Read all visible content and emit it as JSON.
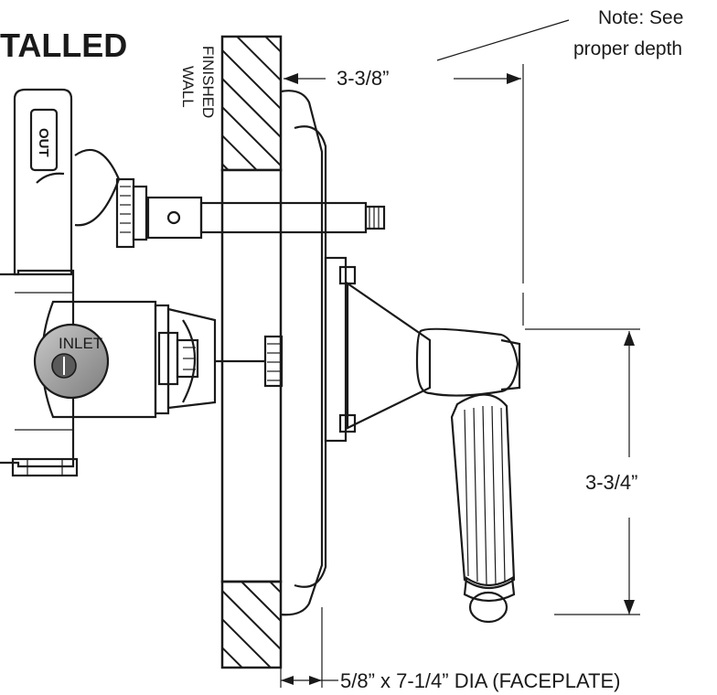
{
  "title": "TALLED",
  "note": {
    "line1": "Note: See",
    "line2": "proper depth"
  },
  "labels": {
    "wall_line1": "FINISHED",
    "wall_line2": "WALL",
    "out": "OUT",
    "inlet": "INLET"
  },
  "dimensions": {
    "depth": "3-3/8”",
    "handle_height": "3-3/4”",
    "faceplate": "5/8” x 7-1/4” DIA (FACEPLATE)"
  },
  "colors": {
    "ink": "#1a1a1a",
    "gray_fill": "#9a9a9a",
    "background": "#ffffff"
  }
}
